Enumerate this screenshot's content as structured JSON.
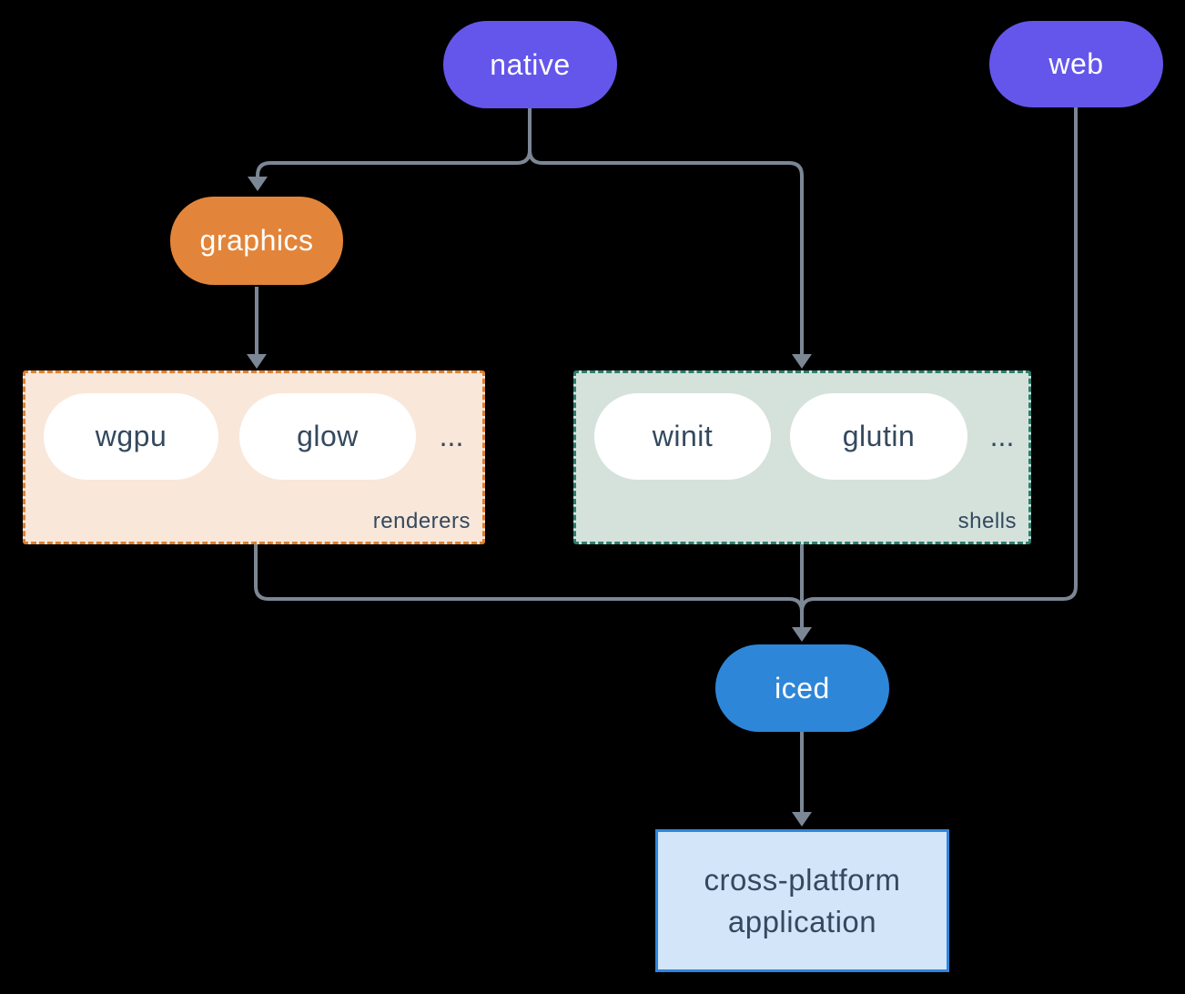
{
  "colors": {
    "background": "#000000",
    "purple": "#6456EB",
    "orange": "#E2853A",
    "blue": "#2E86D8",
    "line": "#7C8795",
    "dark-text": "#34495E",
    "white-text": "#FFFFFF",
    "renderers-bg": "#F9E7D9",
    "renderers-border": "#DE7F2F",
    "shells-bg": "#D5E2DC",
    "shells-border": "#2B7F6E",
    "app-bg": "#D3E5F8",
    "app-border": "#2E86DE"
  },
  "nodes": {
    "native": "native",
    "web": "web",
    "graphics": "graphics",
    "iced": "iced"
  },
  "groups": {
    "renderers": {
      "label": "renderers",
      "items": [
        "wgpu",
        "glow"
      ],
      "ellipsis": "..."
    },
    "shells": {
      "label": "shells",
      "items": [
        "winit",
        "glutin"
      ],
      "ellipsis": "..."
    }
  },
  "app": {
    "line1": "cross-platform",
    "line2": "application"
  }
}
